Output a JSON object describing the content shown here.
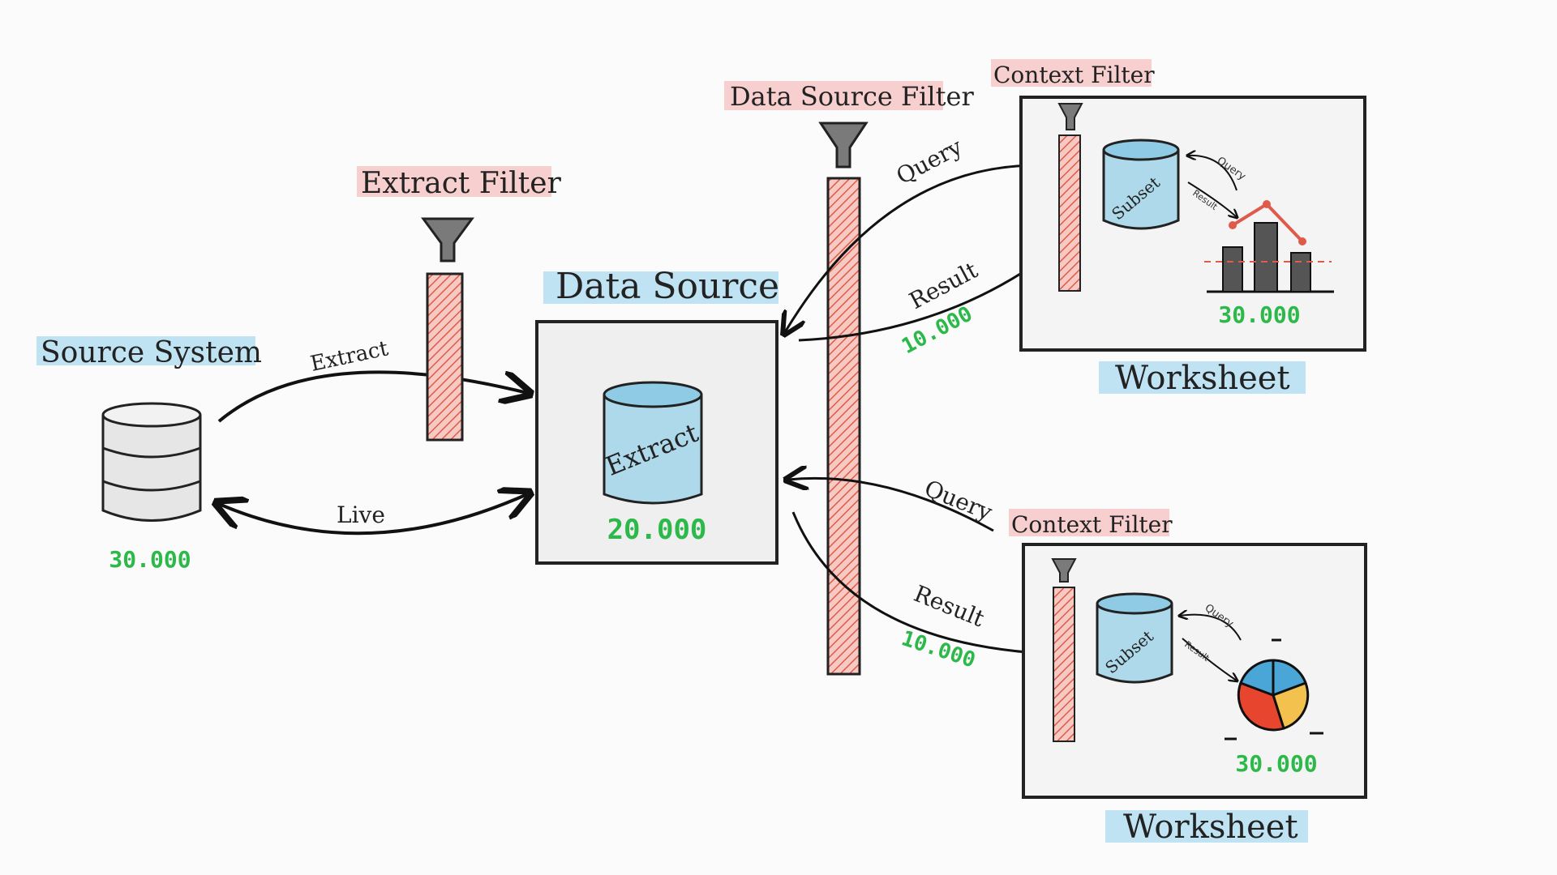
{
  "colors": {
    "blue_highlight": "#bfe3f3",
    "red_highlight": "#f7cfcf",
    "filter_red": "#e05a4a",
    "count_green": "#2db84a",
    "cylinder_blue": "#aed9ea"
  },
  "source_system": {
    "label": "Source System",
    "count": "30.000",
    "icon": "database-icon"
  },
  "connection": {
    "extract_label": "Extract",
    "live_label": "Live"
  },
  "extract_filter": {
    "label": "Extract Filter",
    "icon": "funnel-icon"
  },
  "data_source": {
    "label": "Data Source",
    "cylinder_label": "Extract",
    "count": "20.000"
  },
  "data_source_filter": {
    "label": "Data Source Filter",
    "icon": "funnel-icon"
  },
  "worksheet_top": {
    "label": "Worksheet",
    "context_filter_label": "Context Filter",
    "query_label": "Query",
    "result_label": "Result",
    "result_count": "10.000",
    "subset_label": "Subset",
    "inner_query_label": "Query",
    "inner_result_label": "Result",
    "chart_count": "30.000",
    "chart_icon": "bar-chart-icon"
  },
  "worksheet_bottom": {
    "label": "Worksheet",
    "context_filter_label": "Context Filter",
    "query_label": "Query",
    "result_label": "Result",
    "result_count": "10.000",
    "subset_label": "Subset",
    "inner_query_label": "Query",
    "inner_result_label": "Result",
    "chart_count": "30.000",
    "chart_icon": "pie-chart-icon"
  }
}
